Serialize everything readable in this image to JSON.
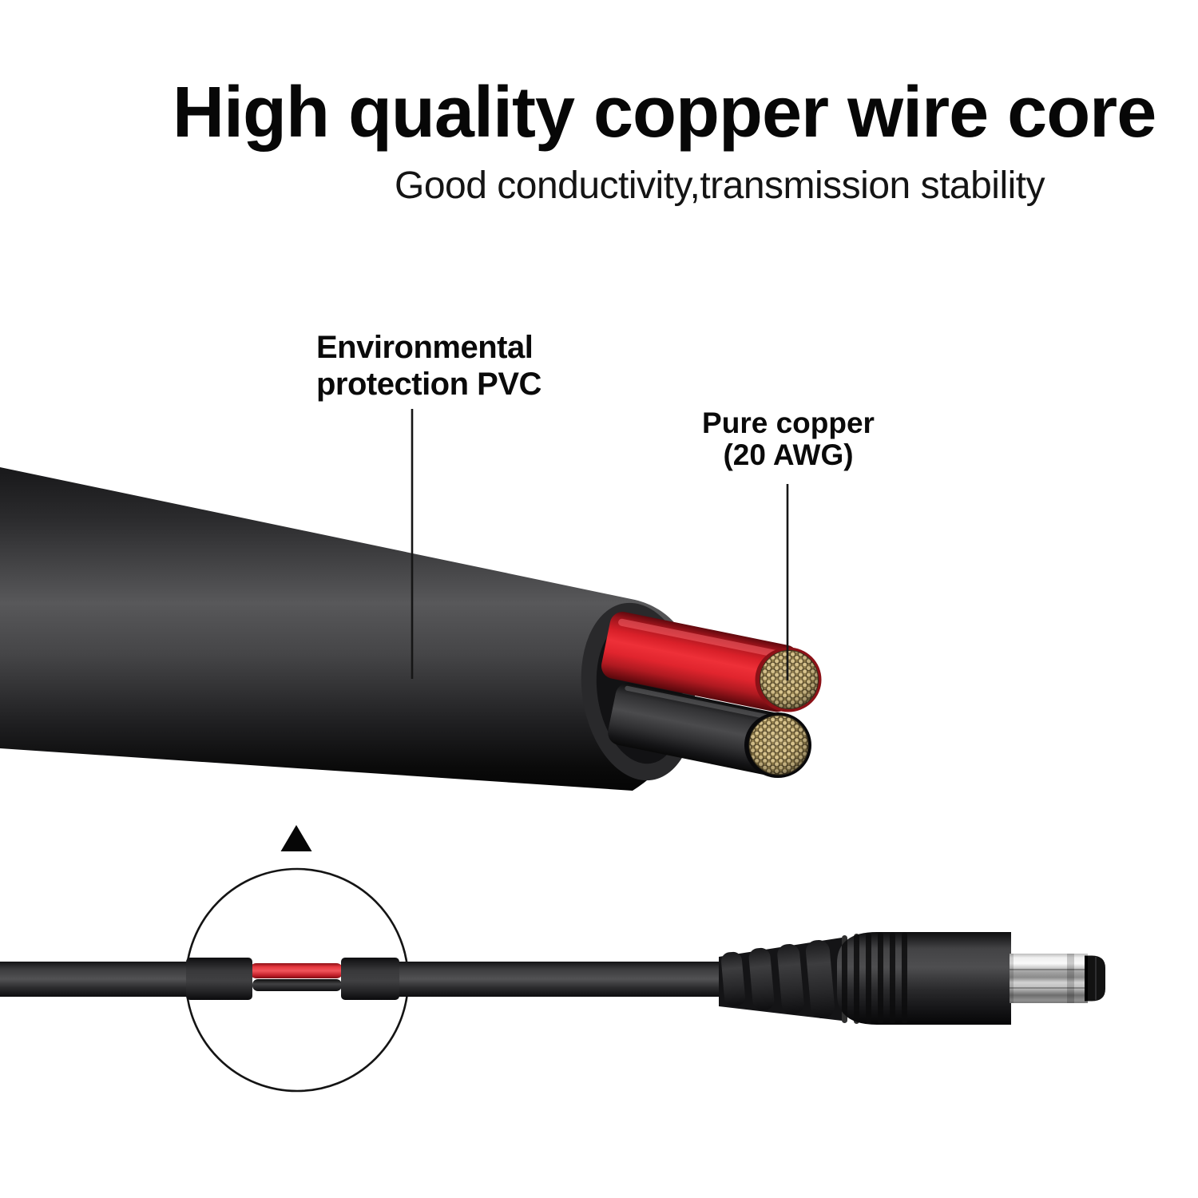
{
  "header": {
    "title": "High quality copper wire core",
    "subtitle": "Good conductivity,transmission stability"
  },
  "callouts": {
    "pvc": {
      "line1": "Environmental",
      "line2": "protection PVC"
    },
    "copper": {
      "line1": "Pure copper",
      "line2": "(20 AWG)"
    }
  },
  "illustration": {
    "background_color": "#ffffff",
    "jacket_color": "#2e2e30",
    "cross_section_ring_color": "#29292b",
    "red_wire_color": "#e8232d",
    "black_wire_color": "#323234",
    "copper_strand_color": "#d8c28a",
    "copper_gap_color": "#4f4226",
    "metal_tip_color": "#c7c7c7",
    "leader_line_color": "#161616",
    "icons": {
      "triangle_marker": "triangle-marker-icon",
      "magnifier_circle": "magnifier-circle-icon"
    }
  }
}
